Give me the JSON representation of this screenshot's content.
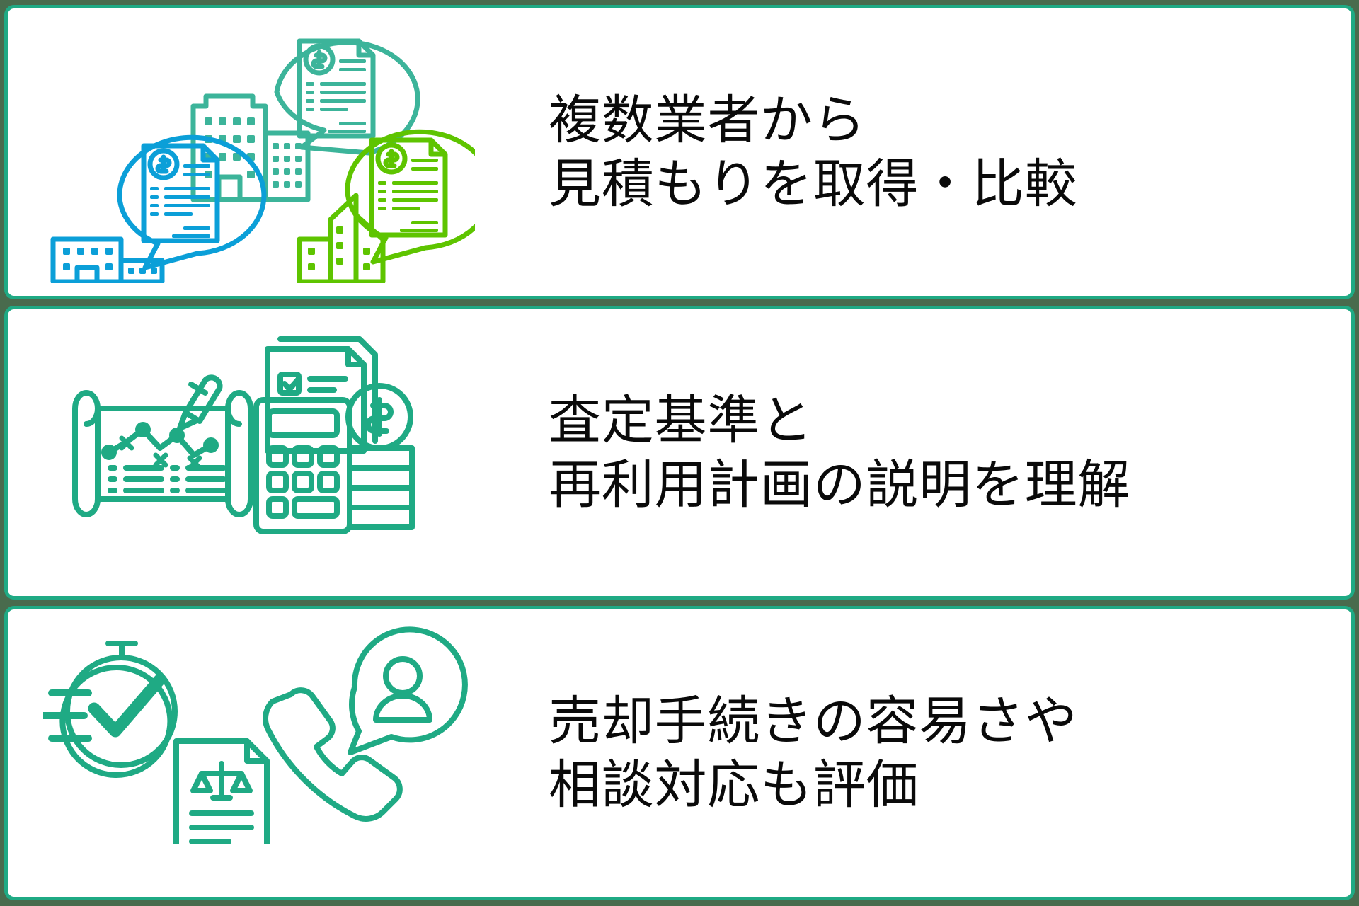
{
  "background_color": "#496b4d",
  "panel_border_color": "#1faa84",
  "panel_background": "#ffffff",
  "text_color": "#0a0a0a",
  "icon_colors": {
    "teal": "#1faa84",
    "blue": "#0b9fd8",
    "green": "#5ec400"
  },
  "panels": [
    {
      "id": "panel-quotes",
      "lines": [
        "複数業者から",
        "見積もりを取得・比較"
      ],
      "icons": [
        {
          "name": "document-speech-bubble-teal-icon",
          "color": "#3cb49a"
        },
        {
          "name": "building-teal-icon",
          "color": "#3cb49a"
        },
        {
          "name": "document-speech-bubble-blue-icon",
          "color": "#0b9fd8"
        },
        {
          "name": "building-blue-icon",
          "color": "#0b9fd8"
        },
        {
          "name": "document-speech-bubble-green-icon",
          "color": "#5ec400"
        },
        {
          "name": "building-green-icon",
          "color": "#5ec400"
        }
      ]
    },
    {
      "id": "panel-criteria",
      "lines": [
        "査定基準と",
        "再利用計画の説明を理解"
      ],
      "icons": [
        {
          "name": "blueprint-scroll-icon",
          "color": "#1faa84"
        },
        {
          "name": "pencil-icon",
          "color": "#1faa84"
        },
        {
          "name": "checklist-document-icon",
          "color": "#1faa84"
        },
        {
          "name": "calculator-icon",
          "color": "#1faa84"
        },
        {
          "name": "coin-stack-icon",
          "color": "#1faa84"
        }
      ]
    },
    {
      "id": "panel-support",
      "lines": [
        "売却手続きの容易さや",
        "相談対応も評価"
      ],
      "icons": [
        {
          "name": "stopwatch-check-icon",
          "color": "#1faa84"
        },
        {
          "name": "speed-lines-icon",
          "color": "#1faa84"
        },
        {
          "name": "legal-document-scales-icon",
          "color": "#1faa84"
        },
        {
          "name": "phone-handset-icon",
          "color": "#1faa84"
        },
        {
          "name": "user-speech-bubble-icon",
          "color": "#1faa84"
        }
      ]
    }
  ]
}
